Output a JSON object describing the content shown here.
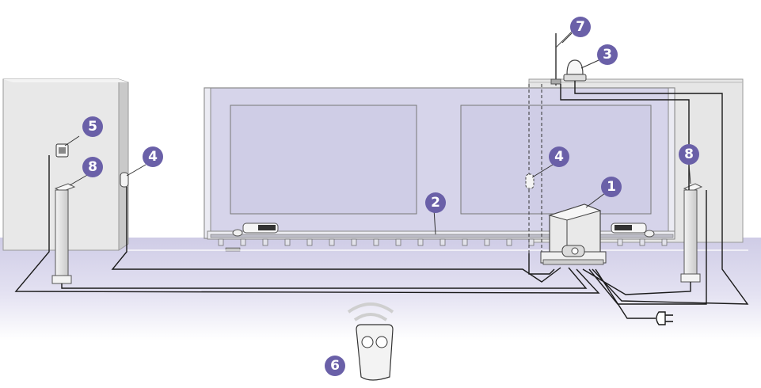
{
  "callouts": [
    {
      "label": "1",
      "component": "gearmotor"
    },
    {
      "label": "2",
      "component": "rack"
    },
    {
      "label": "3",
      "component": "flashing-light"
    },
    {
      "label": "4",
      "component": "photocell-left"
    },
    {
      "label": "4",
      "component": "photocell-right"
    },
    {
      "label": "5",
      "component": "key-selector"
    },
    {
      "label": "6",
      "component": "remote-transmitter"
    },
    {
      "label": "7",
      "component": "antenna"
    },
    {
      "label": "8",
      "component": "post-left"
    },
    {
      "label": "8",
      "component": "post-right"
    }
  ],
  "colors": {
    "badge": "#6a60a8",
    "gate_fill": "#d6d4ea",
    "gate_panel": "#cfcde6",
    "wall": "#e6e6e6",
    "ground": "#d8d6ec"
  }
}
